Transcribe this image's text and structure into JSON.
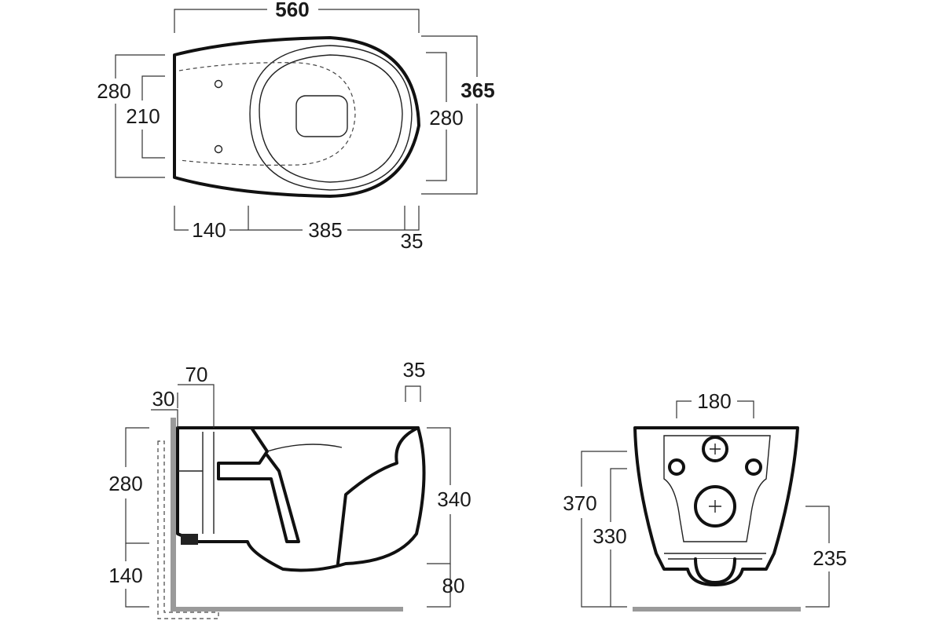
{
  "colors": {
    "outline": "#111111",
    "dimension": "#333333",
    "wall": "#9a9a9a",
    "background": "#ffffff"
  },
  "top_view": {
    "overall_length": "560",
    "overall_width": "365",
    "rear_width": "280",
    "fixing_spacing": "210",
    "bowl_width": "280",
    "rear_to_bowl": "140",
    "bowl_length": "385",
    "front_overhang": "35"
  },
  "side_view": {
    "wall_offset": "30",
    "inlet_depth": "70",
    "rim_setback": "35",
    "fixing_height": "280",
    "lower_height": "140",
    "bowl_height": "340",
    "outlet_height": "80"
  },
  "front_view": {
    "fixing_spacing": "180",
    "overall_height": "370",
    "body_height": "330",
    "outlet_height": "235"
  }
}
